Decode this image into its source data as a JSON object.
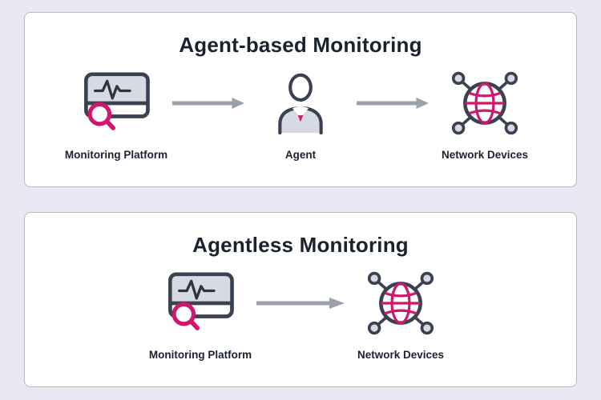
{
  "page": {
    "background": "#e8e9f2"
  },
  "colors": {
    "panel_background": "#ffffff",
    "panel_border": "#b6bac6",
    "heading_text": "#1a2230",
    "label_text": "#1a2230",
    "arrow_gray": "#9aa1ab",
    "icon_outline": "#3a4150",
    "icon_fill_gray": "#d6dae3",
    "accent_magenta": "#d1166d"
  },
  "panels": [
    {
      "id": "agent-based",
      "title": "Agent-based Monitoring",
      "nodes": [
        {
          "icon": "monitoring-platform-icon",
          "label": "Monitoring Platform"
        },
        {
          "icon": "agent-icon",
          "label": "Agent"
        },
        {
          "icon": "network-devices-icon",
          "label": "Network Devices"
        }
      ],
      "connectors": [
        "arrow-right",
        "arrow-right"
      ]
    },
    {
      "id": "agentless",
      "title": "Agentless Monitoring",
      "nodes": [
        {
          "icon": "monitoring-platform-icon",
          "label": "Monitoring Platform"
        },
        {
          "icon": "network-devices-icon",
          "label": "Network Devices"
        }
      ],
      "connectors": [
        "arrow-right"
      ]
    }
  ]
}
